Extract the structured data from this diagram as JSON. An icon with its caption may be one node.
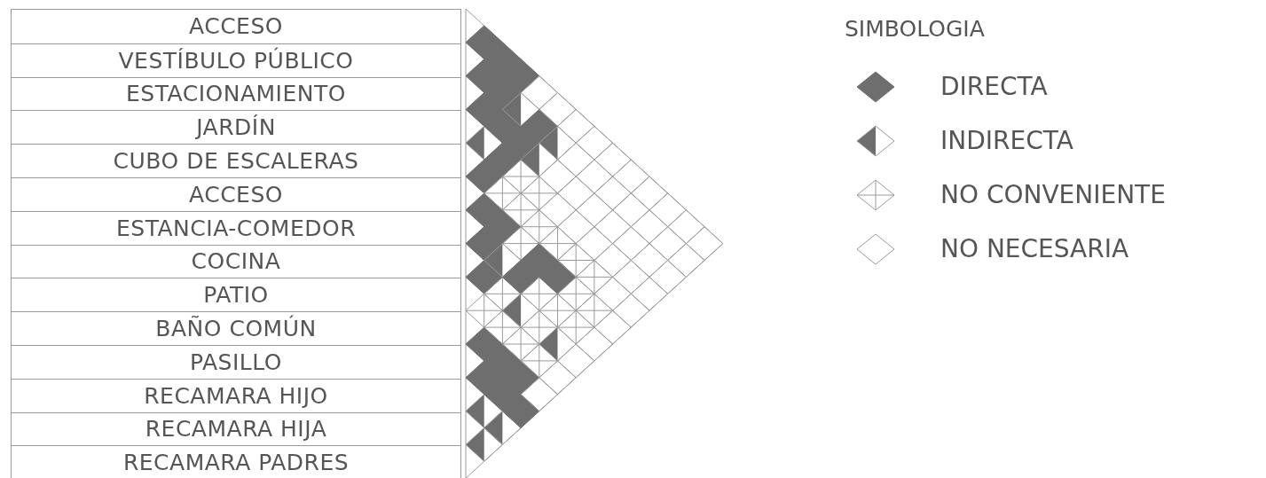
{
  "diagram": {
    "nodes": [
      {
        "text": [
          "ACCESO"
        ]
      },
      {
        "text": [
          "VESTÍBULO PÚBLICO"
        ]
      },
      {
        "text": [
          "ESTACIONAMIENTO"
        ]
      },
      {
        "text": [
          "JARDÍN"
        ]
      },
      {
        "text": [
          "CUBO DE ESCALERAS"
        ]
      },
      {
        "text": [
          "ACCESO"
        ]
      },
      {
        "text": [
          "ESTANCIA-COMEDOR"
        ]
      },
      {
        "text": [
          "COCINA"
        ]
      },
      {
        "text": [
          "PATIO"
        ]
      },
      {
        "text": [
          "BAÑO COMÚN"
        ]
      },
      {
        "text": [
          "PASILLO"
        ]
      },
      {
        "text": [
          "RECAMARA HIJO"
        ]
      },
      {
        "text": [
          "RECAMARA HIJA"
        ]
      },
      {
        "text": [
          "RECAMARA PADRES"
        ]
      }
    ],
    "labels": [
      "SIMBOLOGIA"
    ],
    "legend": [
      {
        "text": "DIRECTA"
      },
      {
        "text": "INDIRECTA"
      },
      {
        "text": "NO CONVENIENTE"
      },
      {
        "text": "NO NECESARIA"
      }
    ]
  }
}
